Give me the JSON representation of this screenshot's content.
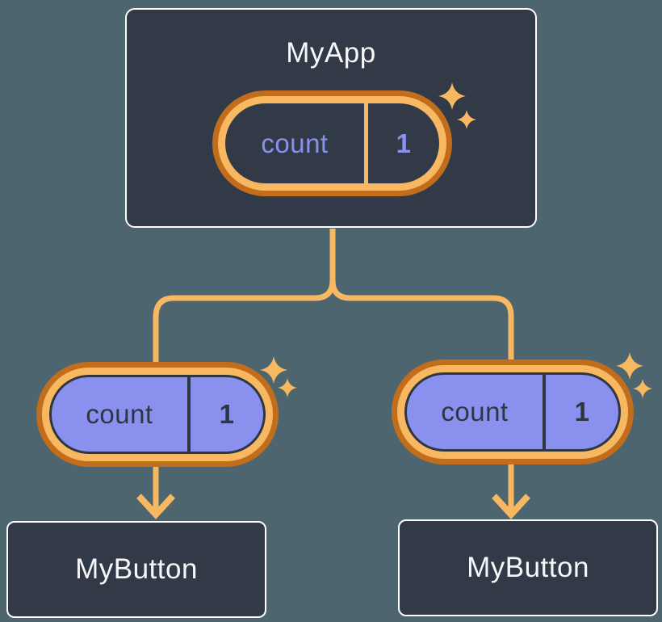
{
  "colors": {
    "background": "#4D656E",
    "card": "#333A47",
    "card_border": "#FFFFFF",
    "text_light": "#F6F7F9",
    "orange_dark": "#C16D1C",
    "orange_light": "#F8B862",
    "lavender": "#8A90EE",
    "ink": "#2F3642"
  },
  "tree": {
    "root": {
      "title": "MyApp",
      "state": {
        "name": "count",
        "value": "1"
      }
    },
    "children": [
      {
        "title": "MyButton",
        "state": {
          "name": "count",
          "value": "1"
        }
      },
      {
        "title": "MyButton",
        "state": {
          "name": "count",
          "value": "1"
        }
      }
    ]
  }
}
